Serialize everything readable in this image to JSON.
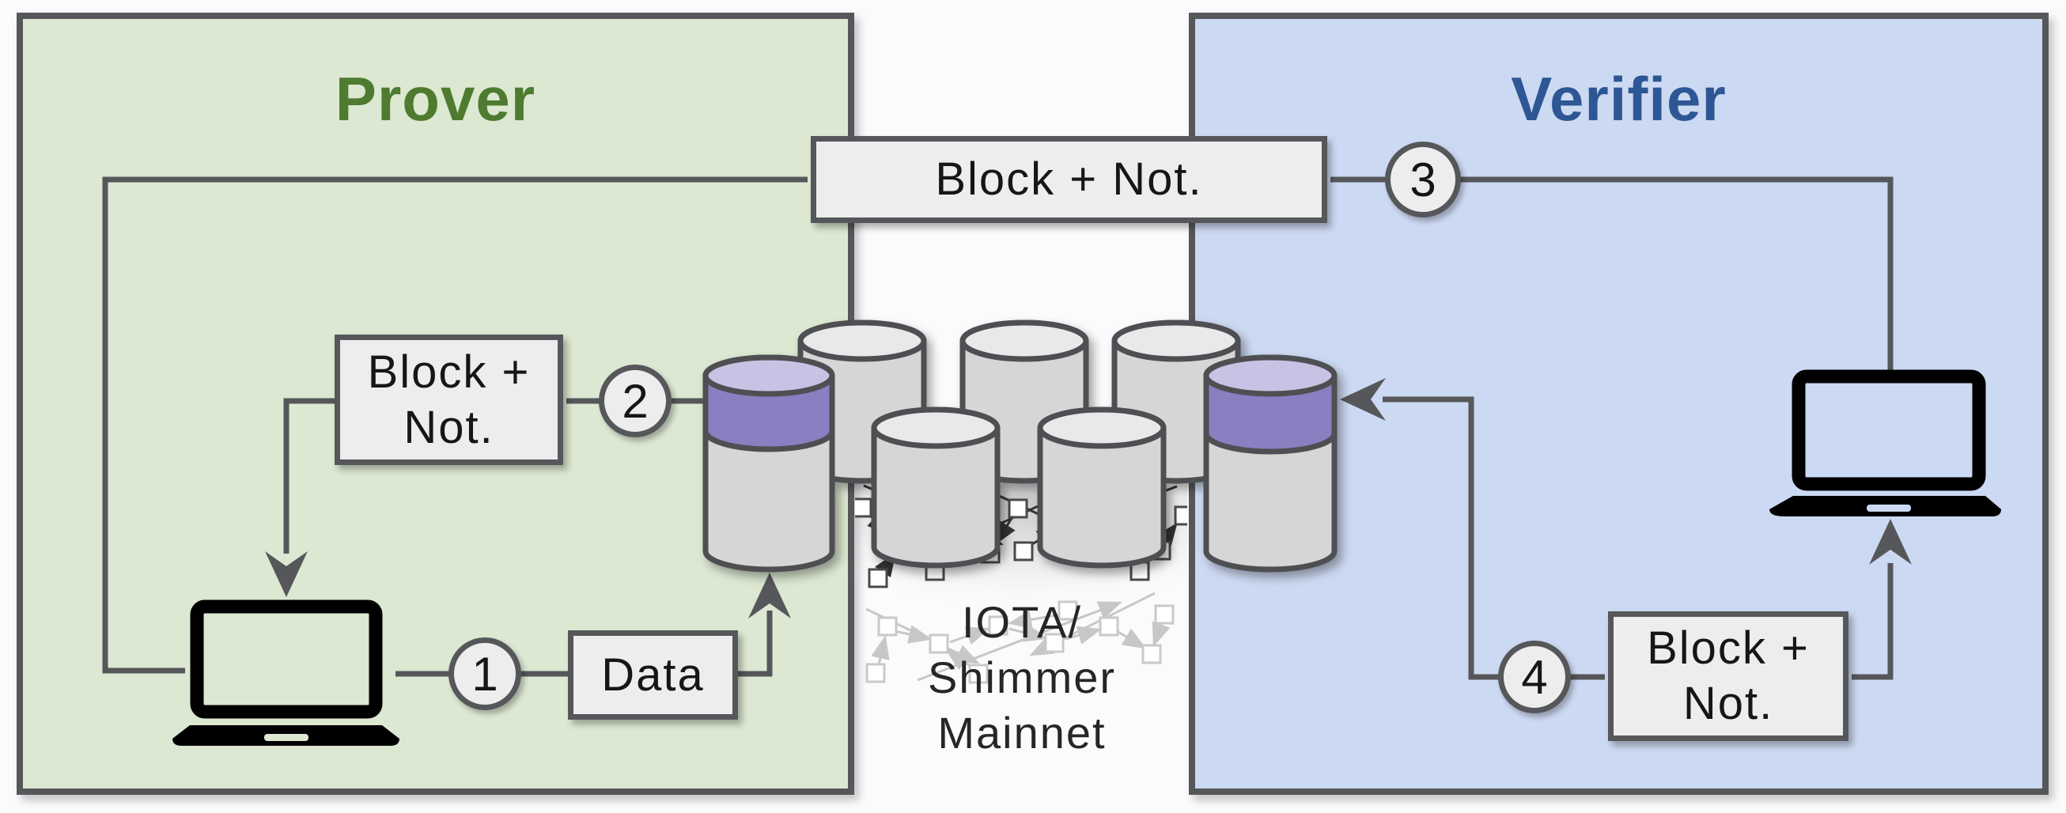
{
  "diagram": {
    "prover": {
      "title": "Prover"
    },
    "verifier": {
      "title": "Verifier"
    },
    "top_box_label": "Block + Not.",
    "prover_box": {
      "line1": "Block +",
      "line2": "Not."
    },
    "data_box_label": "Data",
    "verifier_box": {
      "line1": "Block +",
      "line2": "Not."
    },
    "steps": {
      "s1": "1",
      "s2": "2",
      "s3": "3",
      "s4": "4"
    },
    "network": {
      "line1": "IOTA/",
      "line2": "Shimmer",
      "line3": "Mainnet"
    },
    "colors": {
      "prover_fill": "#dce8d2",
      "prover_title": "#4e7b2f",
      "verifier_fill": "#ccd9f2",
      "verifier_title": "#2d5694",
      "connector_gray": "#56575a",
      "box_fill": "#ededed",
      "cylinder_body": "#d6d6d6",
      "cylinder_top": "#e9e9e9",
      "notarized_band": "#8a7fc1",
      "notarized_top": "#c9c2e4",
      "laptop_black": "#000000"
    }
  }
}
